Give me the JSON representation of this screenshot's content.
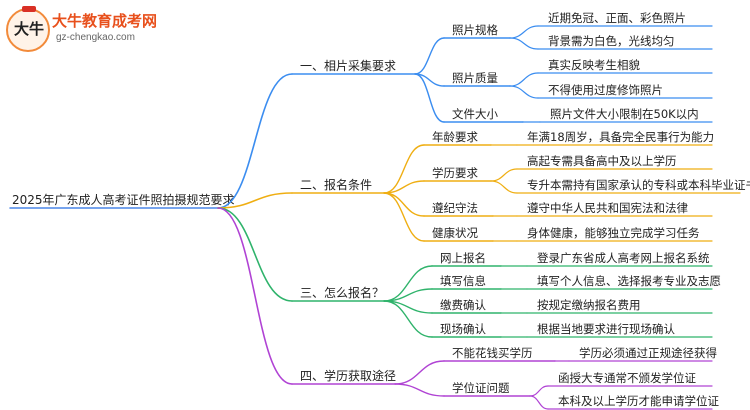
{
  "logo": {
    "title": "大牛教育成考网",
    "url": "gz-chengkao.com"
  },
  "root": "2025年广东成人高考证件照拍摄规范要求",
  "branches": [
    {
      "label": "一、相片采集要求",
      "color": "#3b8df0",
      "children": [
        {
          "label": "照片规格",
          "leaves": [
            "近期免冠、正面、彩色照片",
            "背景需为白色，光线均匀"
          ]
        },
        {
          "label": "照片质量",
          "leaves": [
            "真实反映考生相貌",
            "不得使用过度修饰照片"
          ]
        },
        {
          "label": "文件大小",
          "leaves": [
            "照片文件大小限制在50K以内"
          ]
        }
      ]
    },
    {
      "label": "二、报名条件",
      "color": "#efae12",
      "children": [
        {
          "label": "年龄要求",
          "leaves": [
            "年满18周岁，具备完全民事行为能力"
          ]
        },
        {
          "label": "学历要求",
          "leaves": [
            "高起专需具备高中及以上学历",
            "专升本需持有国家承认的专科或本科毕业证书"
          ]
        },
        {
          "label": "遵纪守法",
          "leaves": [
            "遵守中华人民共和国宪法和法律"
          ]
        },
        {
          "label": "健康状况",
          "leaves": [
            "身体健康，能够独立完成学习任务"
          ]
        }
      ]
    },
    {
      "label": "三、怎么报名？",
      "color": "#2fb36b",
      "children": [
        {
          "label": "网上报名",
          "leaves": [
            "登录广东省成人高考网上报名系统"
          ]
        },
        {
          "label": "填写信息",
          "leaves": [
            "填写个人信息、选择报考专业及志愿"
          ]
        },
        {
          "label": "缴费确认",
          "leaves": [
            "按规定缴纳报名费用"
          ]
        },
        {
          "label": "现场确认",
          "leaves": [
            "根据当地要求进行现场确认"
          ]
        }
      ]
    },
    {
      "label": "四、学历获取途径",
      "color": "#b043d4",
      "children": [
        {
          "label": "不能花钱买学历",
          "leaves": [
            "学历必须通过正规途径获得"
          ]
        },
        {
          "label": "学位证问题",
          "leaves": [
            "函授大专通常不颁发学位证",
            "本科及以上学历才能申请学位证"
          ]
        }
      ]
    }
  ]
}
